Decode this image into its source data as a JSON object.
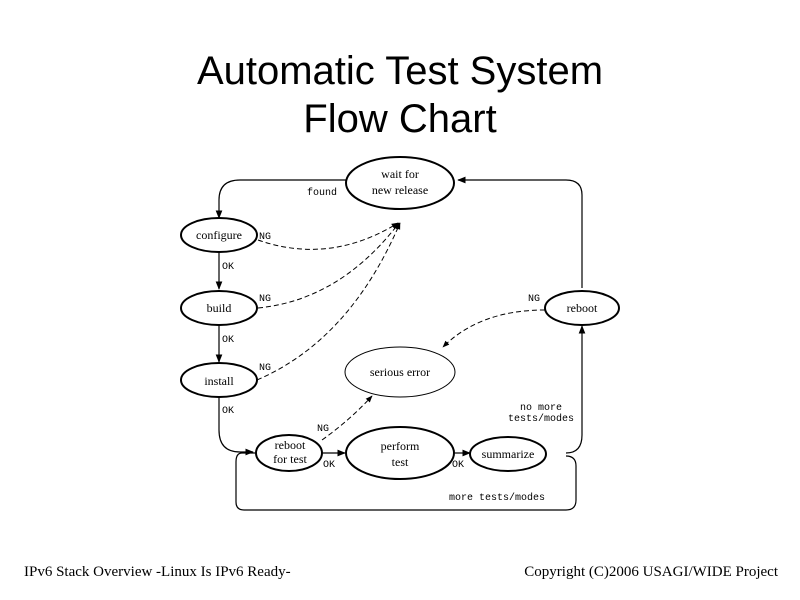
{
  "title": {
    "line1": "Automatic Test System",
    "line2": "Flow Chart"
  },
  "nodes": {
    "wait_line1": "wait for",
    "wait_line2": "new release",
    "configure": "configure",
    "build": "build",
    "install": "install",
    "serious_error": "serious error",
    "reboot_test_line1": "reboot",
    "reboot_test_line2": "for test",
    "perform_line1": "perform",
    "perform_line2": "test",
    "summarize": "summarize",
    "reboot": "reboot"
  },
  "edge_labels": {
    "found": "found",
    "ng_configure": "NG",
    "ok_configure": "OK",
    "ng_build": "NG",
    "ok_build": "OK",
    "ng_install": "NG",
    "ok_install": "OK",
    "ng_reboot_test": "NG",
    "ok_reboot_test": "OK",
    "ok_perform": "OK",
    "ng_reboot": "NG",
    "no_more_line1": "no more",
    "no_more_line2": "tests/modes",
    "more_tests": "more tests/modes"
  },
  "footer": {
    "left": "IPv6 Stack Overview -Linux Is IPv6 Ready-",
    "right": "Copyright (C)2006 USAGI/WIDE Project"
  }
}
